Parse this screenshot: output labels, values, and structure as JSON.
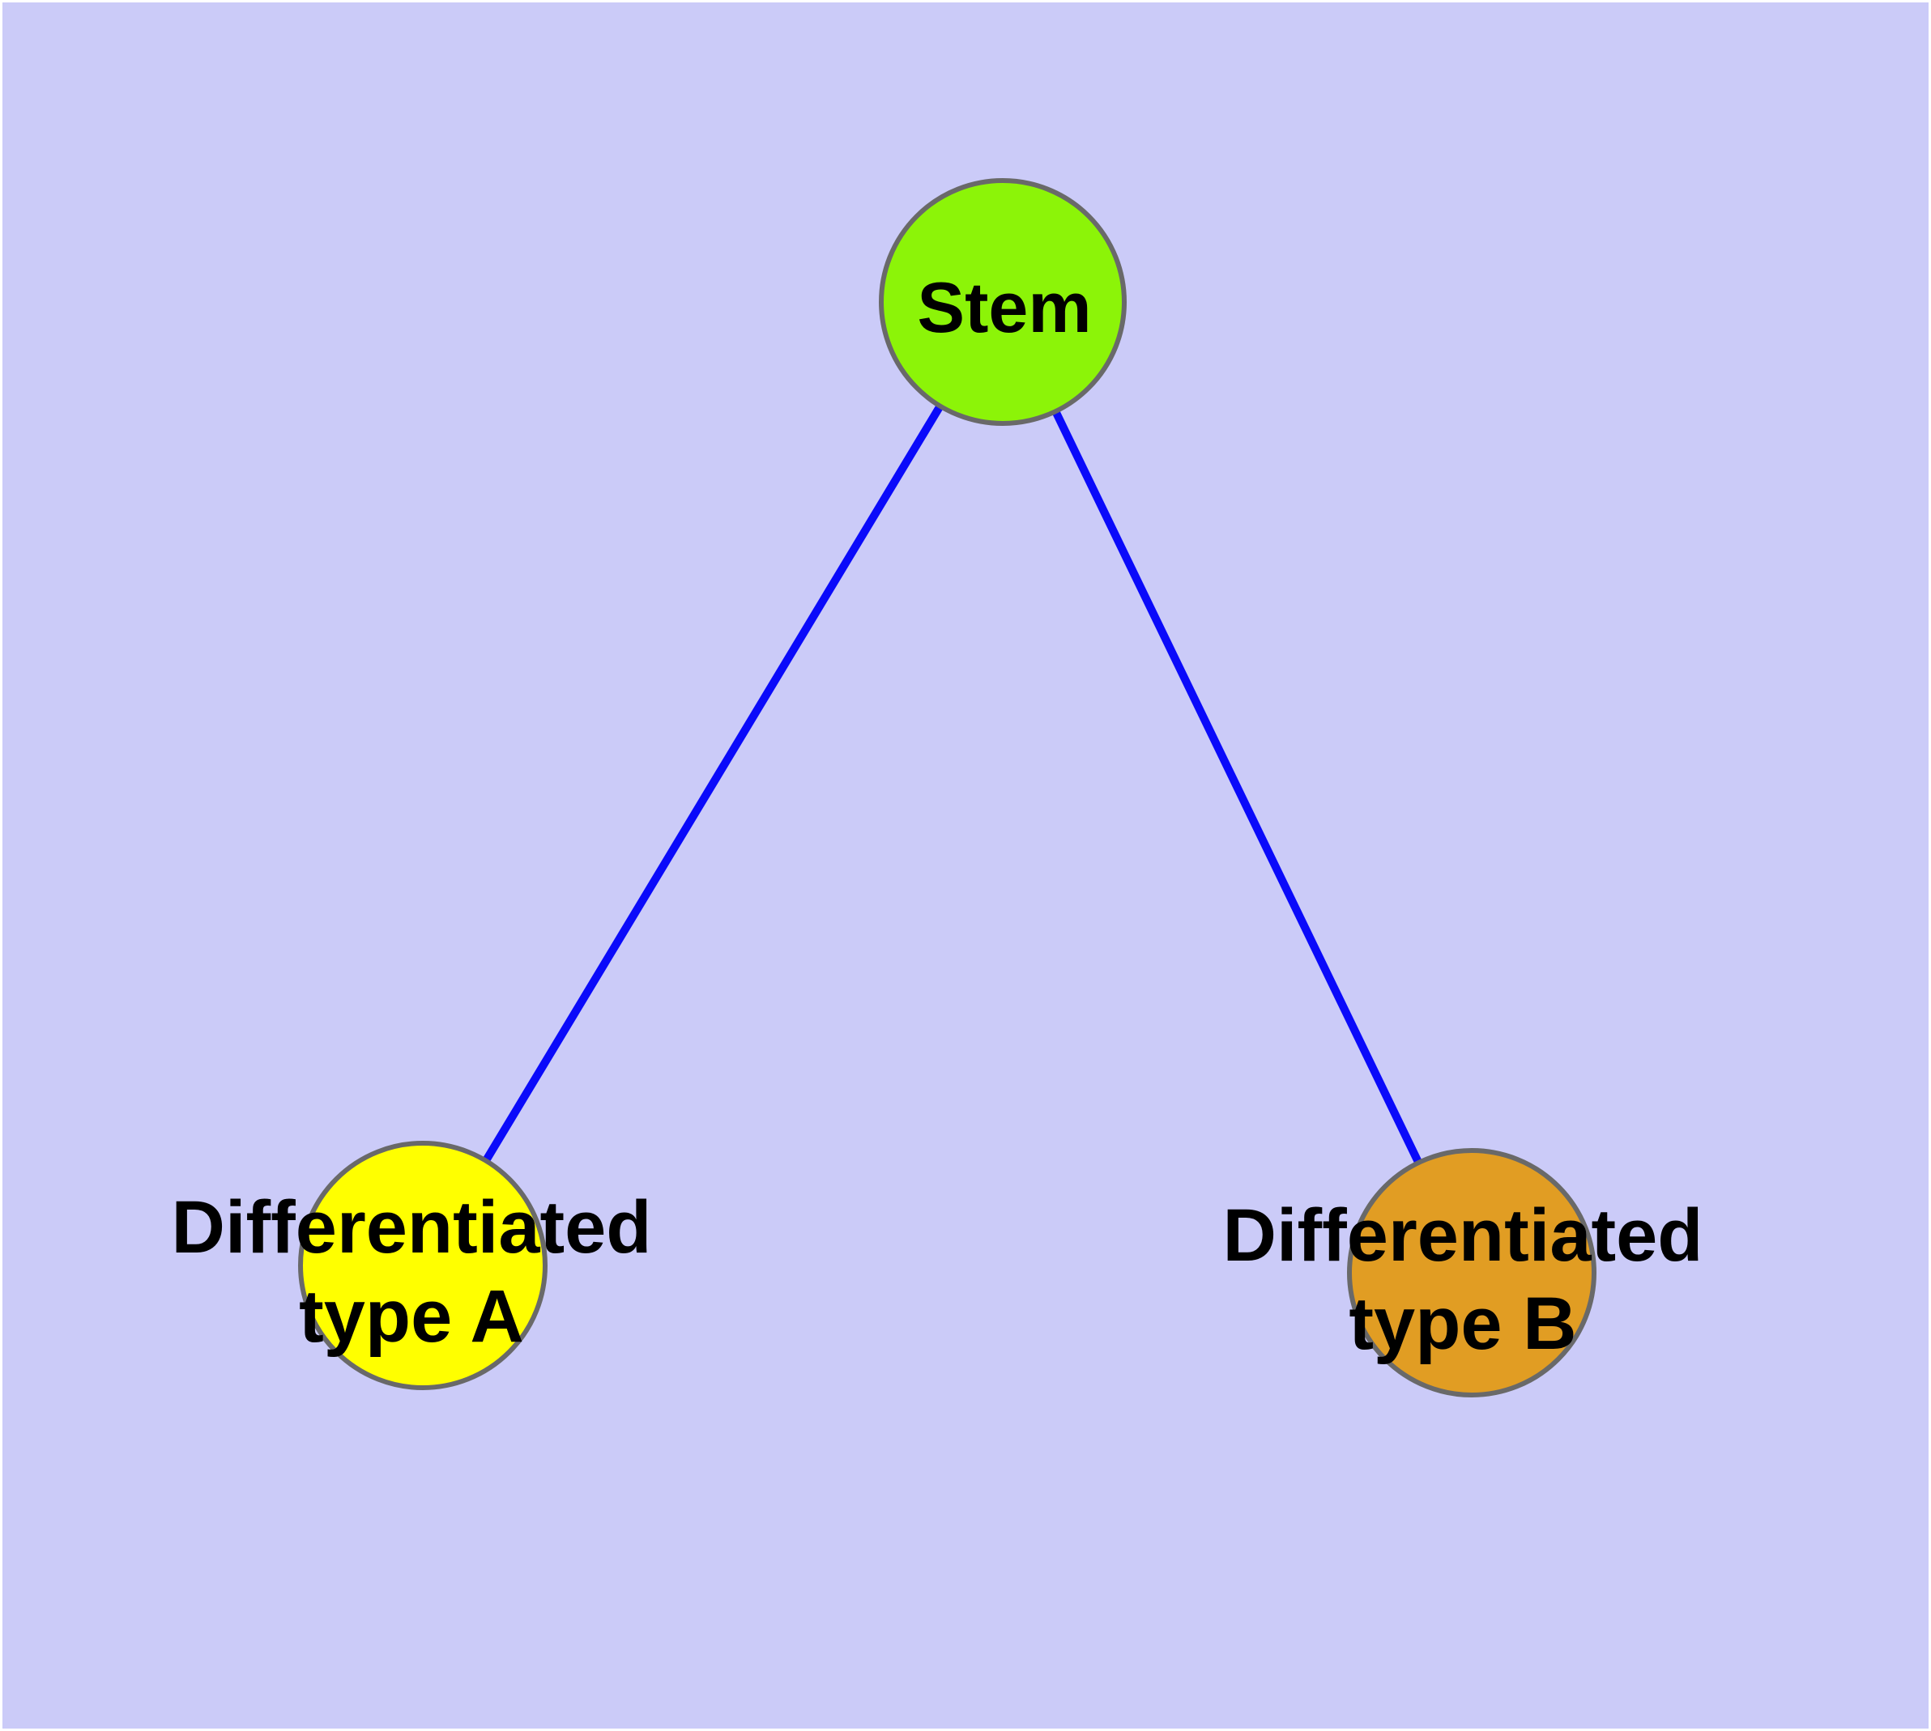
{
  "diagram": {
    "background_color": "#CBCBF8",
    "edge_color": "#0A0AFA",
    "node_border_color": "#696969",
    "label_color": "#000000",
    "nodes": [
      {
        "id": "stem",
        "label": "Stem",
        "label_lines": [
          "Stem"
        ],
        "fill": "#8CF408"
      },
      {
        "id": "type-a",
        "label": "Differentiated type A",
        "label_lines": [
          "Differentiated",
          "type A"
        ],
        "fill": "#FFFF00"
      },
      {
        "id": "type-b",
        "label": "Differentiated type B",
        "label_lines": [
          "Differentiated",
          "type B"
        ],
        "fill": "#E19D23"
      }
    ],
    "edges": [
      {
        "from": "stem",
        "to": "type-a"
      },
      {
        "from": "stem",
        "to": "type-b"
      }
    ]
  }
}
